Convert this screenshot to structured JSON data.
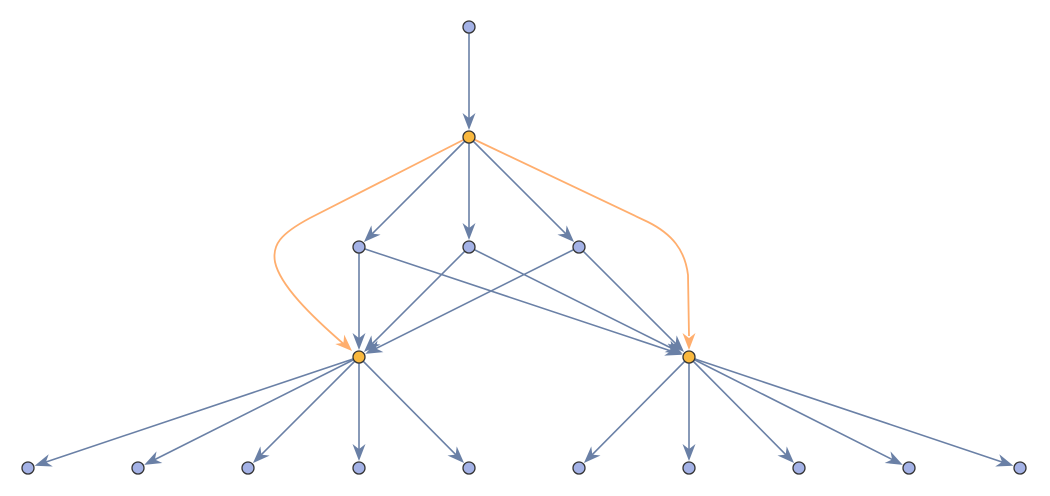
{
  "colors": {
    "edge": "#6a80a6",
    "highlight_edge": "#ffae6e",
    "node": "#a4b2e6",
    "highlight_node": "#f9b83e",
    "node_stroke": "#333333"
  },
  "graph": {
    "nodes": [
      {
        "id": "r",
        "highlight": false
      },
      {
        "id": "a",
        "highlight": true
      },
      {
        "id": "b1",
        "highlight": false
      },
      {
        "id": "b2",
        "highlight": false
      },
      {
        "id": "b3",
        "highlight": false
      },
      {
        "id": "c1",
        "highlight": true
      },
      {
        "id": "c2",
        "highlight": true
      },
      {
        "id": "d1",
        "highlight": false
      },
      {
        "id": "d2",
        "highlight": false
      },
      {
        "id": "d3",
        "highlight": false
      },
      {
        "id": "d4",
        "highlight": false
      },
      {
        "id": "d5",
        "highlight": false
      },
      {
        "id": "e1",
        "highlight": false
      },
      {
        "id": "e2",
        "highlight": false
      },
      {
        "id": "e3",
        "highlight": false
      },
      {
        "id": "e4",
        "highlight": false
      },
      {
        "id": "e5",
        "highlight": false
      }
    ],
    "edges": [
      [
        "r",
        "a"
      ],
      [
        "a",
        "b1"
      ],
      [
        "a",
        "b2"
      ],
      [
        "a",
        "b3"
      ],
      [
        "b1",
        "c1"
      ],
      [
        "b1",
        "c2"
      ],
      [
        "b2",
        "c1"
      ],
      [
        "b2",
        "c2"
      ],
      [
        "b3",
        "c1"
      ],
      [
        "b3",
        "c2"
      ],
      [
        "c1",
        "d1"
      ],
      [
        "c1",
        "d2"
      ],
      [
        "c1",
        "d3"
      ],
      [
        "c1",
        "d4"
      ],
      [
        "c1",
        "d5"
      ],
      [
        "c2",
        "e1"
      ],
      [
        "c2",
        "e2"
      ],
      [
        "c2",
        "e3"
      ],
      [
        "c2",
        "e4"
      ],
      [
        "c2",
        "e5"
      ]
    ],
    "highlight_edges": [
      [
        "a",
        "c1"
      ],
      [
        "a",
        "c2"
      ]
    ]
  }
}
